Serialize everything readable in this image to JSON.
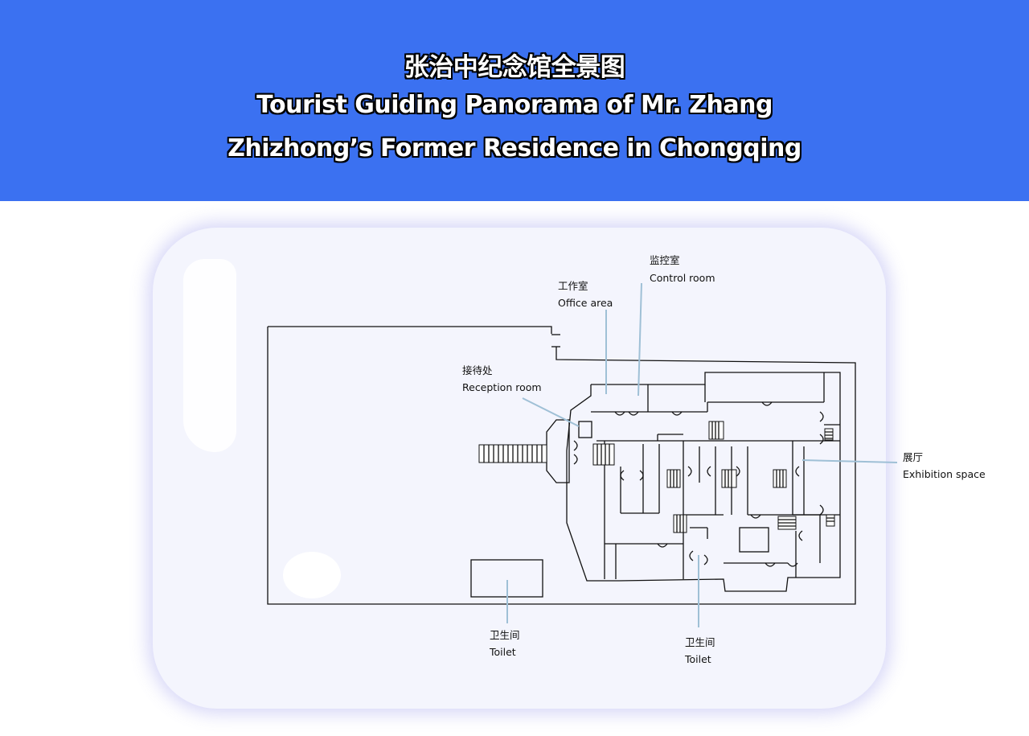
{
  "header": {
    "title_cn": "张治中纪念馆全景图",
    "title_en_line1": "Tourist Guiding Panorama of Mr. Zhang",
    "title_en_line2": "Zhizhong’s Former Residence in Chongqing"
  },
  "labels": {
    "control_room": {
      "cn": "监控室",
      "en": "Control room"
    },
    "office_area": {
      "cn": "工作室",
      "en": "Office area"
    },
    "reception_room": {
      "cn": "接待处",
      "en": "Reception room"
    },
    "exhibition_space": {
      "cn": "展厅",
      "en": "Exhibition space"
    },
    "toilet_left": {
      "cn": "卫生间",
      "en": "Toilet"
    },
    "toilet_right": {
      "cn": "卫生间",
      "en": "Toilet"
    }
  },
  "colors": {
    "banner": "#3b71f1",
    "card": "#f4f5fd",
    "wall": "#111111",
    "leader": "#9fc0d6"
  }
}
